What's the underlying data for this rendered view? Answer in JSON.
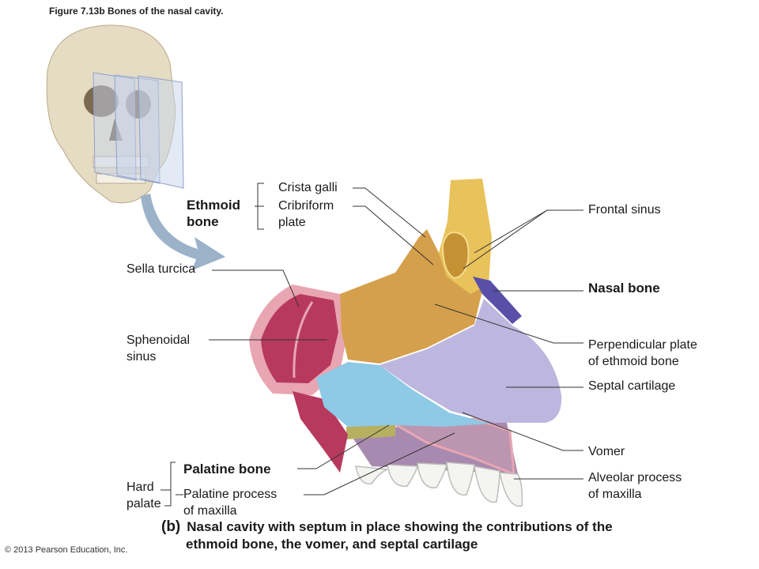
{
  "figure_title": "Figure 7.13b  Bones of the nasal cavity.",
  "copyright": "© 2013 Pearson Education, Inc.",
  "labels": {
    "ethmoid_bone": [
      "Ethmoid",
      "bone"
    ],
    "crista_galli": "Crista galli",
    "cribriform_plate": [
      "Cribriform",
      "plate"
    ],
    "sella_turcica": "Sella turcica",
    "sphenoidal_sinus": [
      "Sphenoidal",
      "sinus"
    ],
    "frontal_sinus": "Frontal sinus",
    "nasal_bone": "Nasal bone",
    "perpendicular_plate": [
      "Perpendicular plate",
      "of ethmoid bone"
    ],
    "septal_cartilage": "Septal cartilage",
    "vomer": "Vomer",
    "alveolar_process": [
      "Alveolar process",
      "of maxilla"
    ],
    "palatine_bone": "Palatine bone",
    "palatine_process": [
      "Palatine process",
      "of maxilla"
    ],
    "hard_palate": [
      "Hard",
      "palate"
    ]
  },
  "caption": {
    "panel": "(b)",
    "line1": "Nasal cavity with septum in place showing the contributions of the",
    "line2": "ethmoid bone, the vomer, and septal cartilage"
  },
  "colors": {
    "ethmoid": "#d4a04c",
    "frontal": "#e8c25a",
    "sphenoid": "#b8395e",
    "vomer": "#8ec9e6",
    "septal_cartilage": "#bdb6de",
    "nasal_bone": "#5a4fa8",
    "maxilla": "#a88ab0",
    "palatine": "#b7b060",
    "bone_rim": "#e8a6b2",
    "teeth": "#f4f4f2"
  }
}
